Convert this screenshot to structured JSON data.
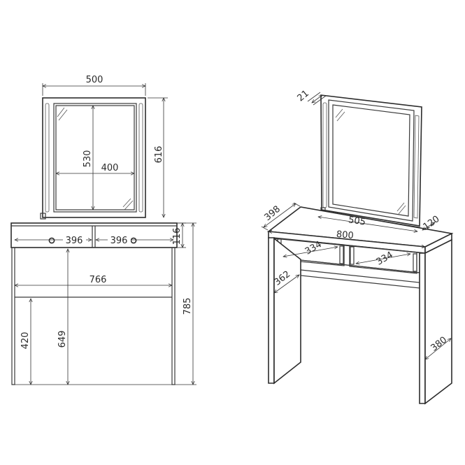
{
  "front_view": {
    "mirror_width": "500",
    "mirror_glass_height": "530",
    "mirror_glass_width": "400",
    "mirror_total_height": "616",
    "drawer_left_width": "396",
    "drawer_right_width": "396",
    "drawer_height": "116",
    "inner_width": "766",
    "total_height": "785",
    "drawer_bottom_height": "649",
    "crossbar_height": "420"
  },
  "iso_view": {
    "mirror_thickness": "21",
    "depth": "398",
    "mirror_base_width": "505",
    "mirror_base_depth": "120",
    "top_width": "800",
    "drawer_left_depth": "334",
    "drawer_right_depth": "334",
    "leg_left_depth": "362",
    "leg_right_depth": "380"
  },
  "colors": {
    "line": "#3a3a3a",
    "text": "#2a2a2a",
    "background": "#ffffff"
  }
}
